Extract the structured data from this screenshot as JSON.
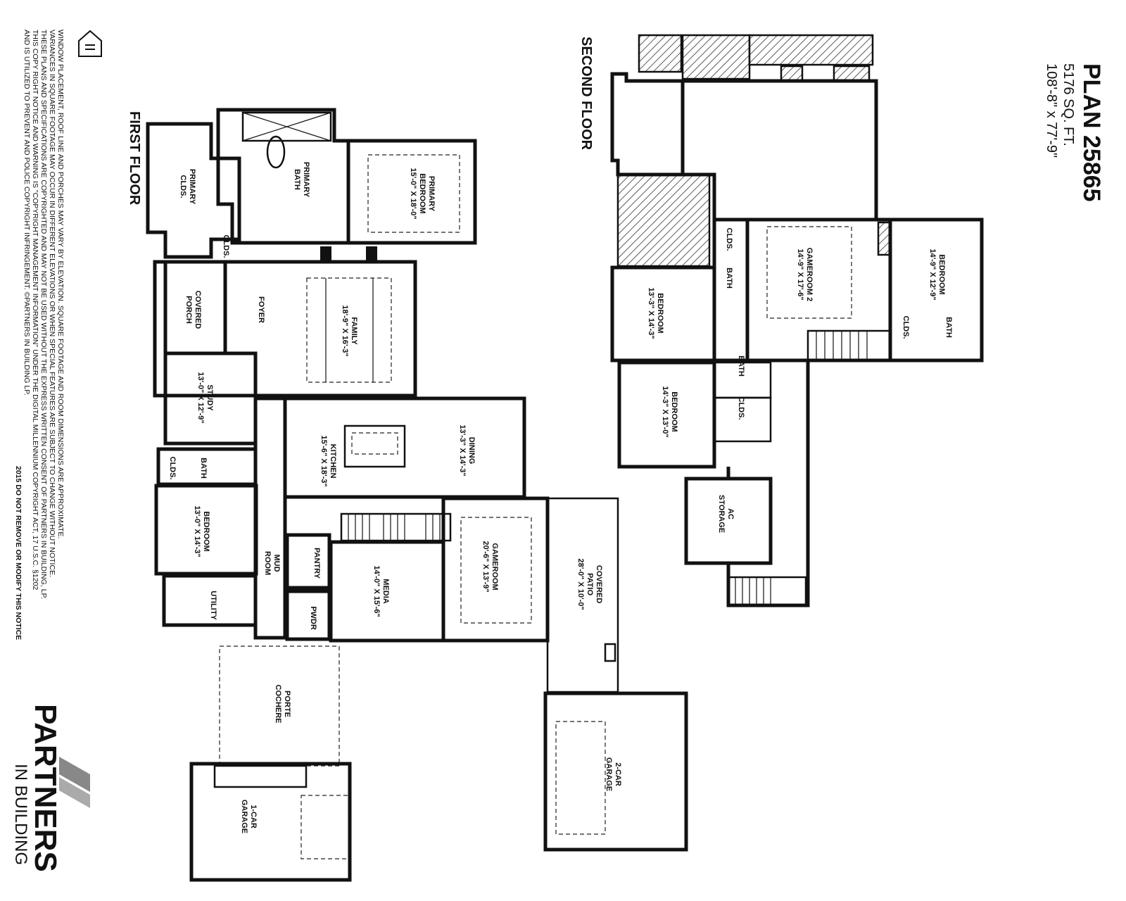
{
  "header": {
    "plan": "PLAN 25865",
    "sqft": "5176 SQ. FT.",
    "dims": "108'-8\" x 77'-9\""
  },
  "floors": {
    "first": "FIRST FLOOR",
    "second": "SECOND FLOOR"
  },
  "first_floor_rooms": {
    "primary_clds": [
      "PRIMARY",
      "CLDS."
    ],
    "primary_bath": [
      "PRIMARY",
      "BATH"
    ],
    "primary_bedroom": [
      "PRIMARY",
      "BEDROOM",
      "15'-0\" X 18'-0\""
    ],
    "clds_small": "CLDS.",
    "covered_porch": [
      "COVERED",
      "PORCH"
    ],
    "foyer": "FOYER",
    "family": [
      "FAMILY",
      "18'-9\" X 16'-3\""
    ],
    "study": [
      "STUDY",
      "13'-0\" X 12'-9\""
    ],
    "kitchen": [
      "KITCHEN",
      "15'-6\" X 18'-3\""
    ],
    "dining": [
      "DINING",
      "13'-3\" X 14'-3\""
    ],
    "clds_bath": "CLDS.",
    "bath": "BATH",
    "bedroom": [
      "BEDROOM",
      "13'-0\" X 14'-3\""
    ],
    "mud_room": [
      "MUD",
      "ROOM"
    ],
    "pantry": "PANTRY",
    "media": [
      "MEDIA",
      "14'-0\" X 15'-6\""
    ],
    "gameroom": [
      "GAMEROOM",
      "20'-6\" X 13'-9\""
    ],
    "utility": "UTILITY",
    "pwdr": "PWDR",
    "covered_patio": [
      "COVERED",
      "PATIO",
      "28'-0\" X 10'-0\""
    ],
    "porte_cochere": [
      "PORTE",
      "COCHERE"
    ],
    "garage_1car": [
      "1-CAR",
      "GARAGE"
    ],
    "garage_2car": [
      "2-CAR",
      "GARAGE"
    ]
  },
  "second_floor_rooms": {
    "gameroom2": [
      "GAMEROOM 2",
      "14'-9\" X 17'-6\""
    ],
    "bedroom_a": [
      "BEDROOM",
      "14'-9\" X 12'-9\""
    ],
    "bedroom_b": [
      "BEDROOM",
      "13'-3\" X 14'-3\""
    ],
    "bedroom_c": [
      "BEDROOM",
      "14'-3\" X 13'-0\""
    ],
    "clds_1": "CLDS.",
    "clds_2": "CLDS.",
    "clds_3": "CLDS.",
    "bath_1": "BATH",
    "bath_2": "BATH",
    "bath_3": "BATH",
    "ac_storage": [
      "AC",
      "STORAGE"
    ]
  },
  "disclaimer": [
    "WINDOW PLACEMENT, ROOF LINE AND PORCHES MAY VARY BY ELEVATION.  SQUARE FOOTAGE AND ROOM DIMENSIONS ARE APPROXIMATE.",
    "VARIANCES IN SQUARE FOOTAGE MAY OCCUR IN DIFFERENT ELEVATIONS OR WHEN SPECIAL FEATURES ARE SUBJECT TO CHANGE WITHOUT NOTICE.",
    "THESE PLANS AND SPECIFICATIONS ARE COPYRIGHTED AND MAY NOT BE USED WITHOUT THE EXPRESS WRITTEN CONSENT OF PARTNERS IN BUILDING, LP.",
    "THIS COPY RIGHT NOTICE AND WARNING IS \"COPYRIGHT MANAGEMENT INFORMATION\" UNDER THE DIGITAL MILLENNIUM COPYRIGHT ACT, 17 U.S.C.  §1202",
    "AND IS UTILIZED TO PREVENT AND POLICE COPYRIGHT INFRINGEMENT.  ©PARTNERS IN BUILDING LP."
  ],
  "notice": "2015   DO NOT REMOVE OR MODIFY THIS NOTICE",
  "logo": {
    "word1": "PARTNERS",
    "word2": "IN BUILDING"
  },
  "icons": {
    "equal_housing": "equal-housing-icon",
    "logo_chevron": "chevron-logo-icon"
  }
}
